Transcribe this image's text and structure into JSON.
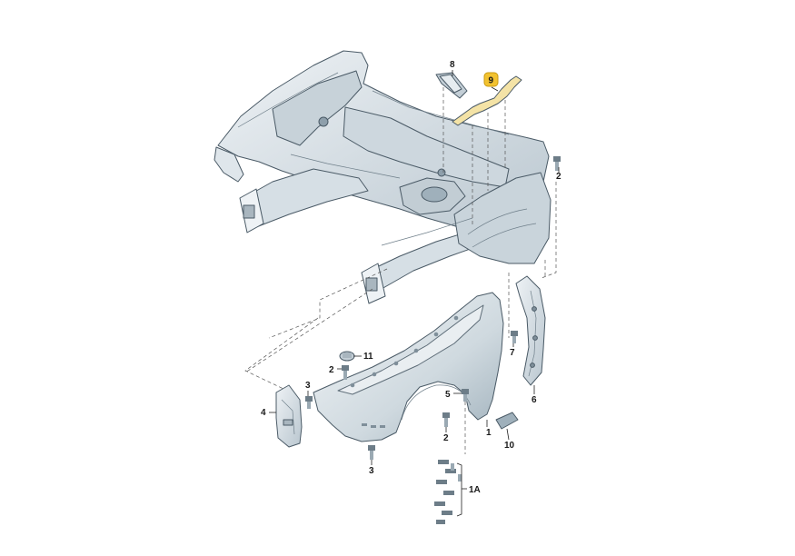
{
  "callouts": {
    "c8": "8",
    "c9": "9",
    "c2_top": "2",
    "c7": "7",
    "c6": "6",
    "c11": "11",
    "c2_mid": "2",
    "c3_left": "3",
    "c4": "4",
    "c5": "5",
    "c2_low": "2",
    "c1": "1",
    "c10": "10",
    "c3_bottom": "3",
    "c1A": "1A"
  },
  "colors": {
    "part_fill": "#dde5ea",
    "part_shade": "#b9c6cf",
    "highlight_part": "#f4e3a6",
    "highlight_badge": "#f2c230"
  }
}
